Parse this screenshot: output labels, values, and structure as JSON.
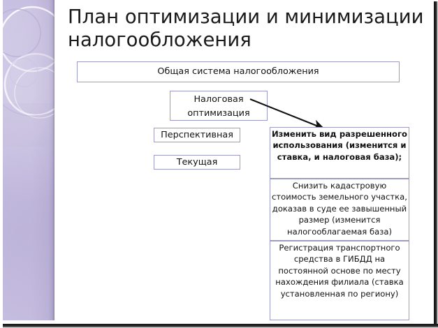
{
  "slide": {
    "title": "План оптимизации и\nминимизации налогообложения",
    "background_color": "#ffffff",
    "accent_color": "#c6bee0",
    "box_border_color": "#9c9cc0",
    "text_color": "#121212"
  },
  "decoration": {
    "band_name": "lavender-circles-band",
    "band_color_light": "#c8c0e2",
    "band_color_dark": "#a79ec4"
  },
  "diagram": {
    "boxes": [
      {
        "id": "general-tax-system",
        "text": "Общая система налогообложения",
        "bold": false
      },
      {
        "id": "tax-optimization",
        "text": "Налоговая\nоптимизация",
        "bold": false
      },
      {
        "id": "perspective",
        "text": "Перспективная",
        "bold": false
      },
      {
        "id": "current",
        "text": "Текущая",
        "bold": false
      },
      {
        "id": "change-permitted-use",
        "text": "Изменить вид разрешенного использования (изменится и ставка, и налоговая база);",
        "bold": true
      },
      {
        "id": "reduce-cadastral-value",
        "text": "Снизить кадастровую стоимость земельного участка, доказав в суде ее завышенный размер (изменится налогооблагаемая база)",
        "bold": false
      },
      {
        "id": "vehicle-registration",
        "text": "Регистрация транспортного средства в ГИБДД на постоянной основе по месту нахождения филиала (ставка установленная по региону)",
        "bold": false
      }
    ],
    "connector": {
      "id": "optimization-to-change-use-arrow",
      "type": "arrow",
      "direction": "down-right"
    }
  }
}
